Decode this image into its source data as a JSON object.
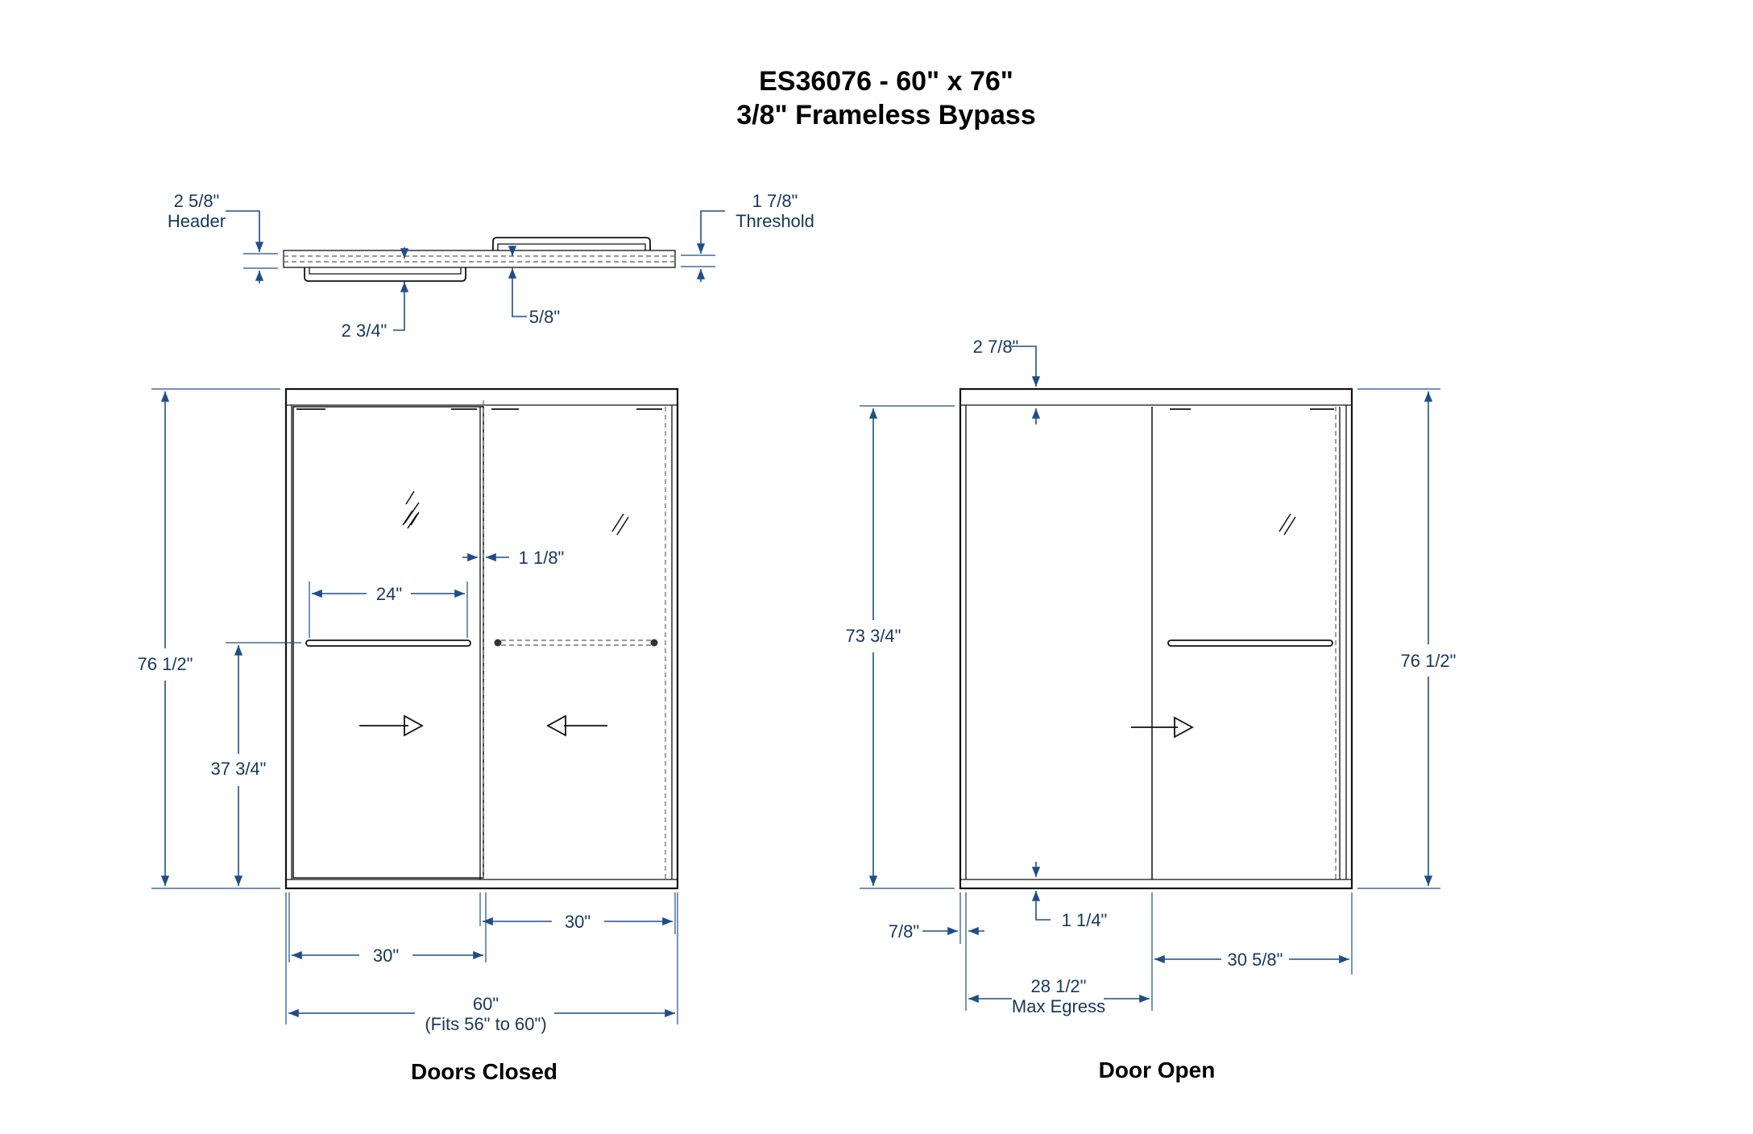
{
  "title": {
    "line1": "ES36076  -  60\" x 76\"",
    "line2": "3/8\" Frameless Bypass"
  },
  "plan_view": {
    "header_value": "2 5/8\"",
    "header_label": "Header",
    "threshold_value": "1 7/8\"",
    "threshold_label": "Threshold",
    "handle_offset": "2 3/4\"",
    "glass_gap": "5/8\""
  },
  "doors_closed": {
    "caption": "Doors Closed",
    "height": "76 1/2\"",
    "handle_height": "37 3/4\"",
    "bar_length": "24\"",
    "overlap": "1 1/8\"",
    "panel_right_width": "30\"",
    "panel_left_width": "30\"",
    "total_width": "60\"",
    "fits_range": "(Fits 56\" to 60\")"
  },
  "door_open": {
    "caption": "Door Open",
    "header_height": "2 7/8\"",
    "opening_height": "73 3/4\"",
    "total_height": "76 1/2\"",
    "threshold_height": "1 1/4\"",
    "side_offset": "7/8\"",
    "egress_value": "28 1/2\"",
    "egress_label": "Max Egress",
    "panel_width": "30 5/8\""
  },
  "colors": {
    "dimension": "#1f4e86",
    "outline": "#111111"
  }
}
